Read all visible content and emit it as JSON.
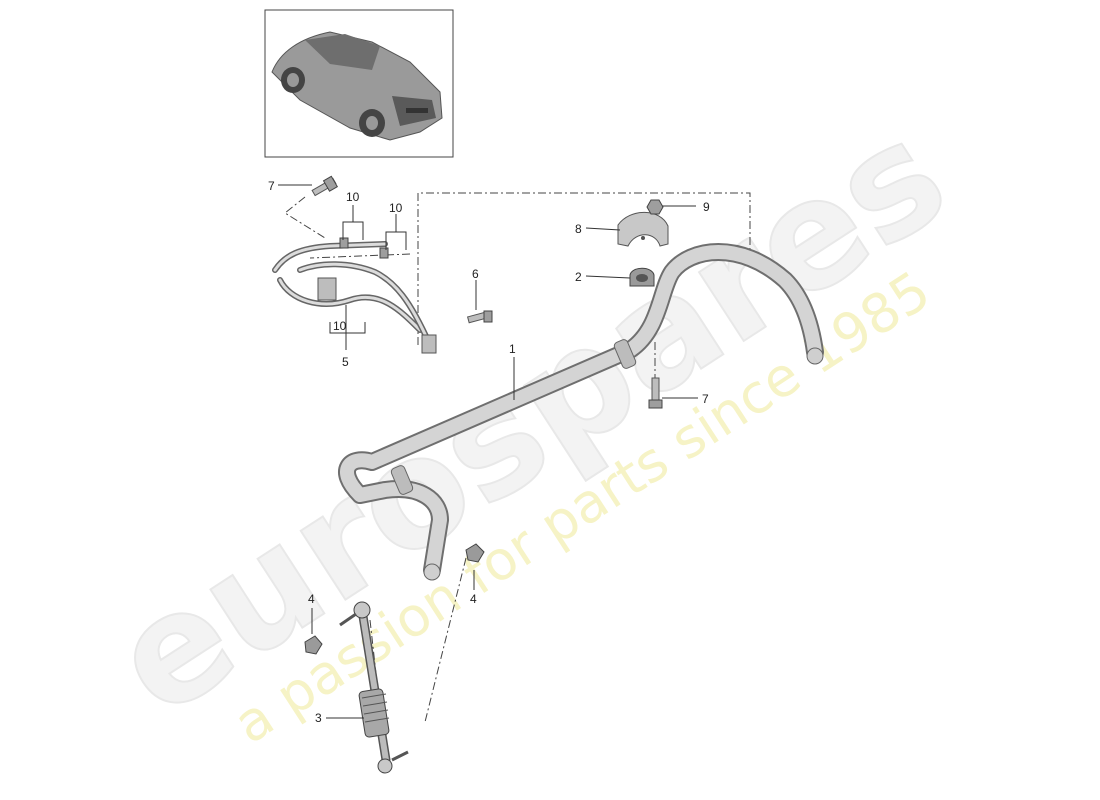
{
  "watermark": {
    "brand": "eurospares",
    "tagline": "a passion for parts since 1985"
  },
  "thumbnail": {
    "icon": "car-icon"
  },
  "callouts": [
    {
      "id": "c7a",
      "text": "7"
    },
    {
      "id": "c10a",
      "text": "10"
    },
    {
      "id": "c10b",
      "text": "10"
    },
    {
      "id": "c10c",
      "text": "10"
    },
    {
      "id": "c5",
      "text": "5"
    },
    {
      "id": "c6",
      "text": "6"
    },
    {
      "id": "c8",
      "text": "8"
    },
    {
      "id": "c9",
      "text": "9"
    },
    {
      "id": "c2",
      "text": "2"
    },
    {
      "id": "c1",
      "text": "1"
    },
    {
      "id": "c7b",
      "text": "7"
    },
    {
      "id": "c4a",
      "text": "4"
    },
    {
      "id": "c4b",
      "text": "4"
    },
    {
      "id": "c3",
      "text": "3"
    }
  ]
}
